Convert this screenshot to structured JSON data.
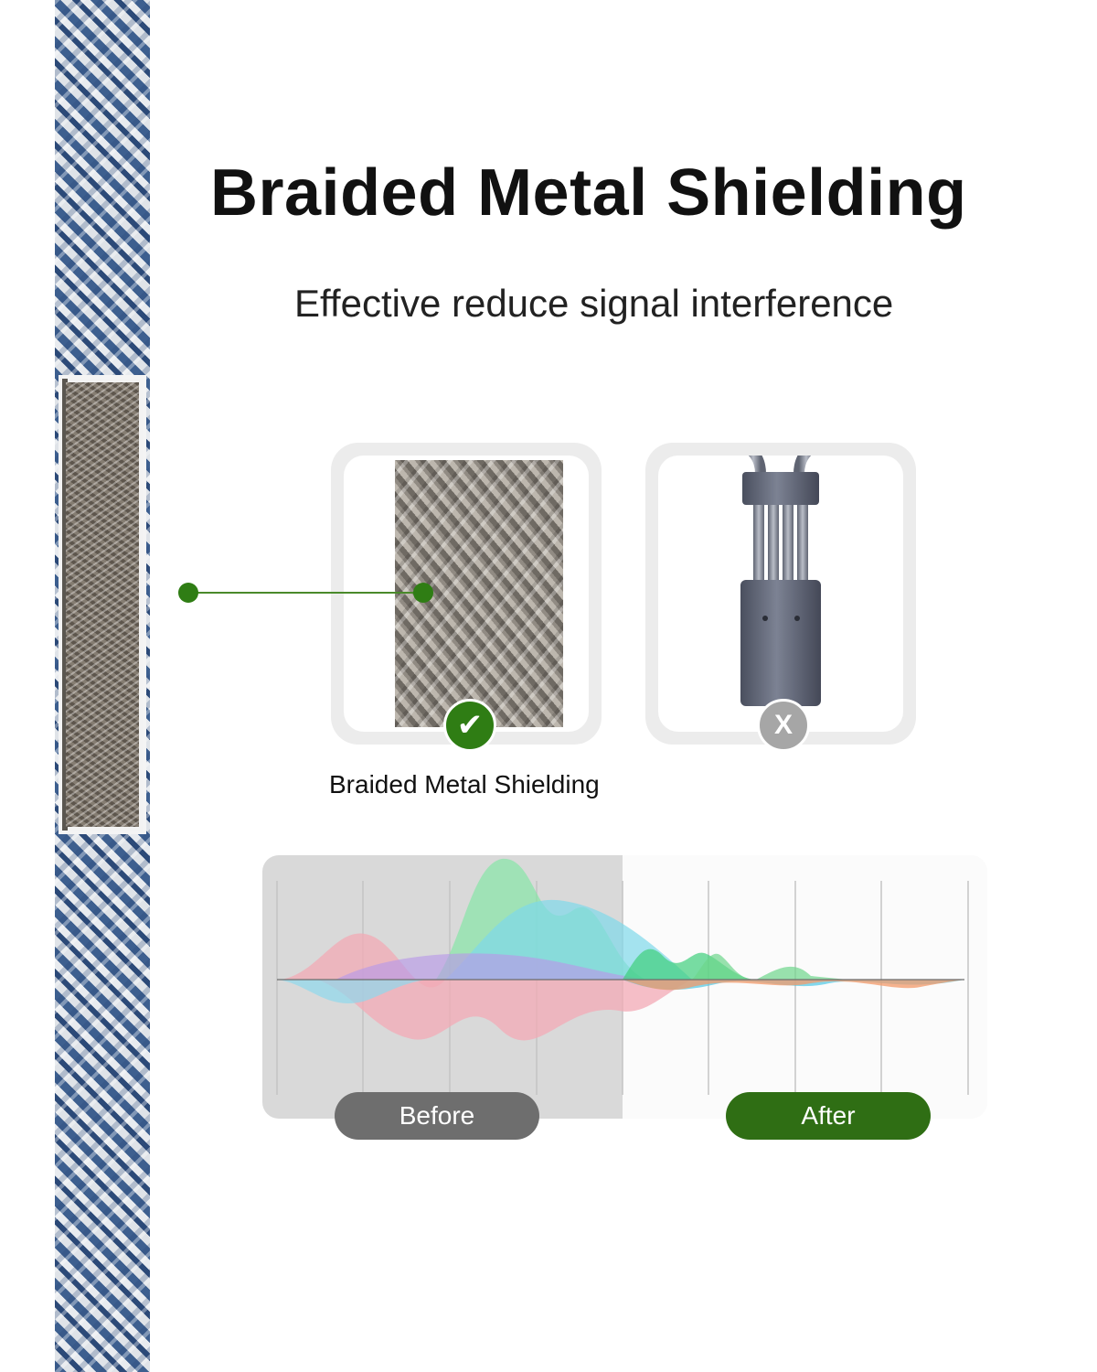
{
  "title": "Braided Metal Shielding",
  "subtitle": "Effective reduce signal interference",
  "card_label": "Braided Metal Shielding",
  "badges": {
    "good": "✔",
    "bad": "X"
  },
  "comparison": {
    "before_label": "Before",
    "after_label": "After"
  },
  "colors": {
    "accent_green": "#2f7d14",
    "after_pill": "#2f6e14",
    "before_pill": "#6e6e6e",
    "badge_gray": "#a6a6a6",
    "cable_blue": "#3d5f8f"
  },
  "icons": [
    "check-icon",
    "x-icon"
  ]
}
